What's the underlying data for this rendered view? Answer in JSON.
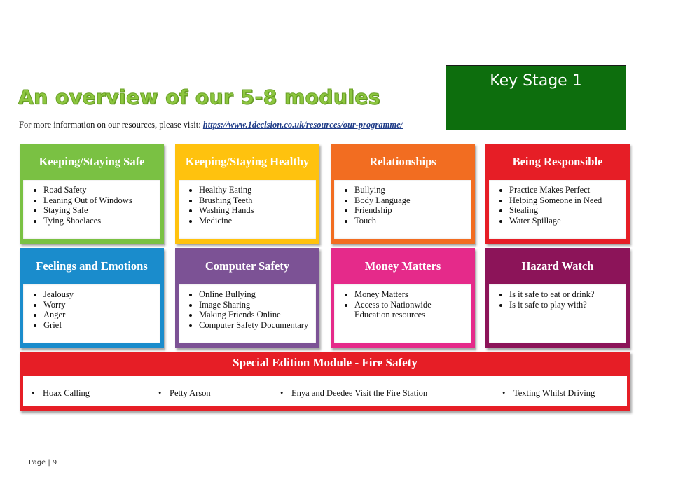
{
  "stage_label": "Key Stage 1",
  "title": "An overview of our 5-8 modules",
  "info": {
    "text": "For more information on our resources, please visit:",
    "link": "https://www.1decision.co.uk/resources/our-programme/"
  },
  "modules": [
    {
      "title": "Keeping/Staying Safe",
      "color": "#7ac143",
      "items": [
        "Road Safety",
        "Leaning Out of Windows",
        "Staying Safe",
        "Tying Shoelaces"
      ]
    },
    {
      "title": "Keeping/Staying Healthy",
      "color": "#ffc20e",
      "items": [
        "Healthy Eating",
        "Brushing Teeth",
        "Washing Hands",
        "Medicine"
      ]
    },
    {
      "title": "Relationships",
      "color": "#f26d21",
      "items": [
        "Bullying",
        "Body Language",
        "Friendship",
        "Touch"
      ]
    },
    {
      "title": "Being Responsible",
      "color": "#e61e26",
      "items": [
        "Practice Makes Perfect",
        "Helping Someone in Need",
        "Stealing",
        "Water Spillage"
      ]
    },
    {
      "title": "Feelings and Emotions",
      "color": "#1a8ccc",
      "items": [
        "Jealousy",
        "Worry",
        "Anger",
        "Grief"
      ]
    },
    {
      "title": "Computer Safety",
      "color": "#7c5295",
      "items": [
        "Online Bullying",
        "Image Sharing",
        "Making Friends Online",
        "Computer Safety Documentary"
      ]
    },
    {
      "title": "Money Matters",
      "color": "#e52a8a",
      "items": [
        "Money Matters",
        "Access to Nationwide Education resources"
      ]
    },
    {
      "title": "Hazard Watch",
      "color": "#8c1459",
      "items": [
        "Is it safe to eat or drink?",
        "Is it safe to play with?"
      ]
    }
  ],
  "special": {
    "title": "Special Edition Module - Fire Safety",
    "color": "#e61e26",
    "items": [
      "Hoax Calling",
      "Petty Arson",
      "Enya and Deedee Visit the Fire Station",
      "Texting Whilst Driving"
    ]
  },
  "page_number": "Page | 9"
}
